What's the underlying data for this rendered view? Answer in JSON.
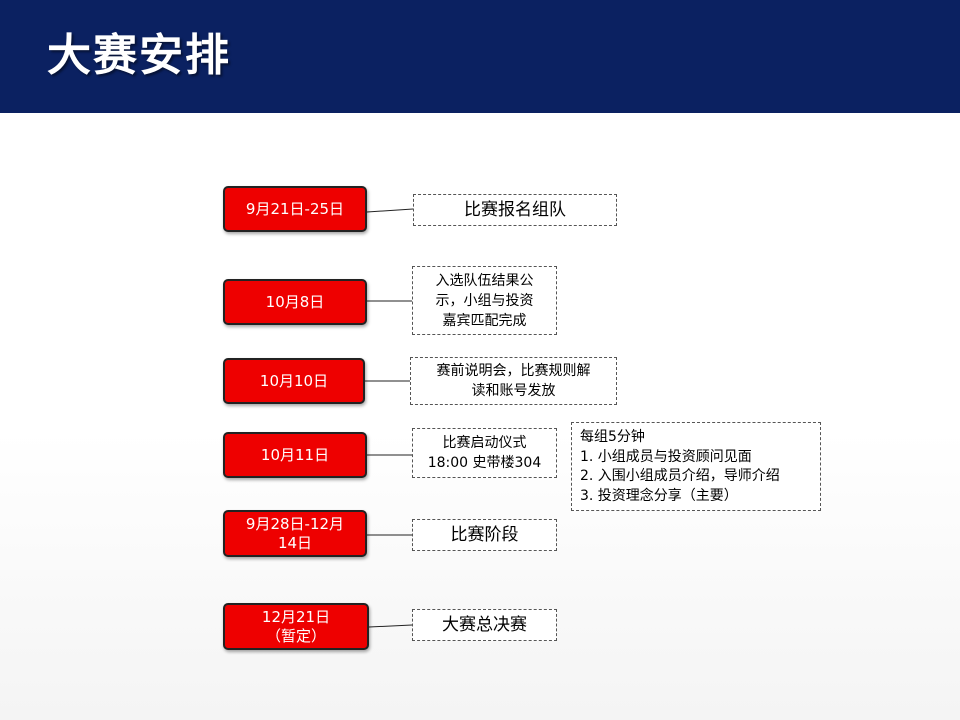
{
  "title": "大赛安排",
  "colors": {
    "header_bg": "#0b2161",
    "date_fill": "#ee0000",
    "date_border": "#222222",
    "note_border": "#555555"
  },
  "timeline": [
    {
      "date": "9月21日-25日",
      "event": "比赛报名组队"
    },
    {
      "date": "10月8日",
      "event": "入选队伍结果公\n示，小组与投资\n嘉宾匹配完成"
    },
    {
      "date": "10月10日",
      "event": "赛前说明会，比赛规则解\n读和账号发放"
    },
    {
      "date": "10月11日",
      "event": "比赛启动仪式\n18:00 史带楼304"
    },
    {
      "date": "9月28日-12月\n14日",
      "event": "比赛阶段"
    },
    {
      "date": "12月21日\n（暂定）",
      "event": "大赛总决赛"
    }
  ],
  "side_note": {
    "heading": "每组5分钟",
    "items": [
      "1. 小组成员与投资顾问见面",
      "2. 入围小组成员介绍，导师介绍",
      "3. 投资理念分享（主要）"
    ]
  }
}
